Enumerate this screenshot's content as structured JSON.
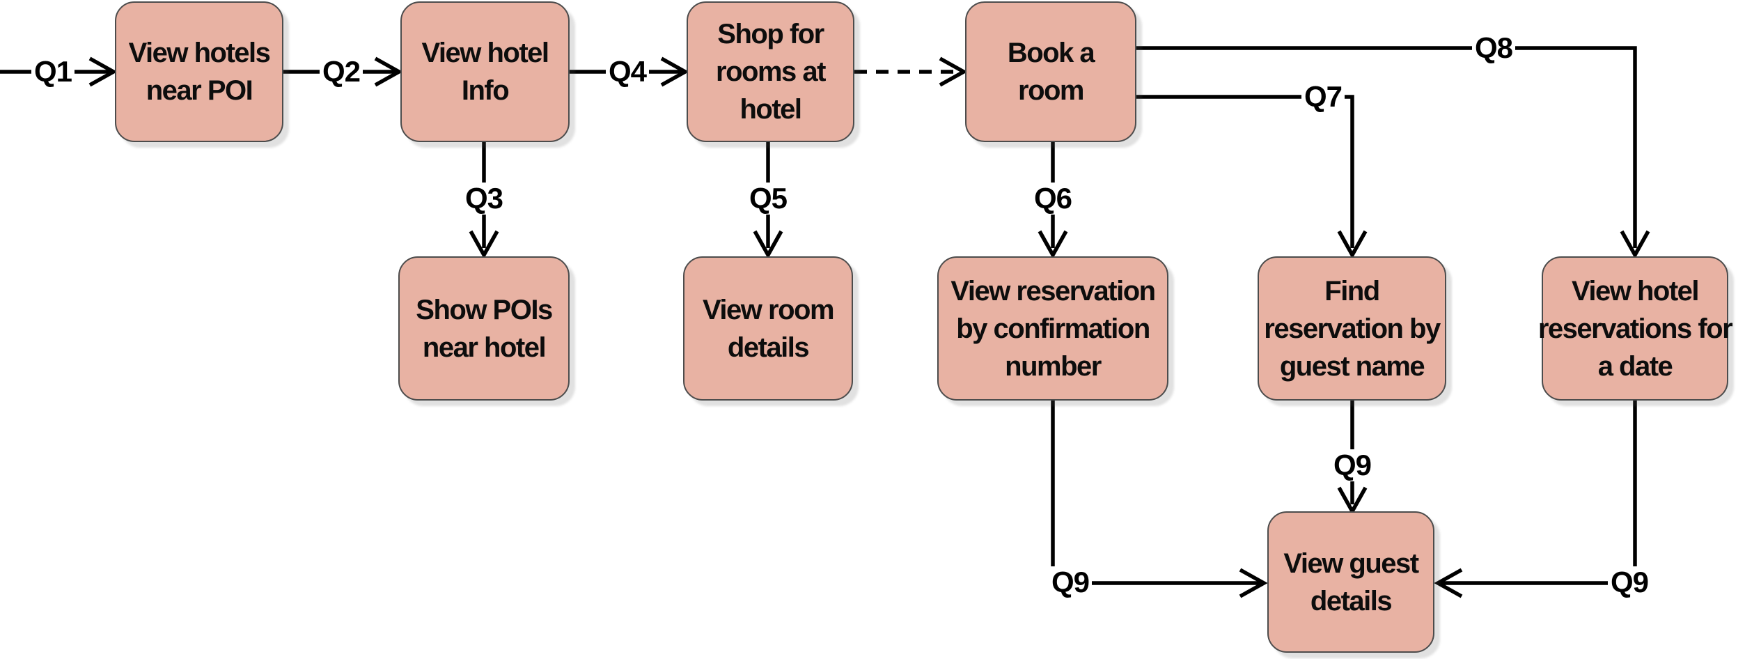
{
  "diagram": {
    "description": "Hotel queries flowchart",
    "colors": {
      "node_fill": "#e8b2a3",
      "node_border": "#4c4c4c",
      "edge": "#000000",
      "background": "#ffffff",
      "text": "#0d0d0d"
    },
    "nodes": [
      {
        "id": "view-hotels-near-poi",
        "lines": [
          "View hotels",
          "near POI"
        ]
      },
      {
        "id": "view-hotel-info",
        "lines": [
          "View hotel",
          "Info"
        ]
      },
      {
        "id": "shop-for-rooms-at-hotel",
        "lines": [
          "Shop for",
          "rooms at",
          "hotel"
        ]
      },
      {
        "id": "book-a-room",
        "lines": [
          "Book a",
          "room"
        ]
      },
      {
        "id": "show-pois-near-hotel",
        "lines": [
          "Show POIs",
          "near hotel"
        ]
      },
      {
        "id": "view-room-details",
        "lines": [
          "View room",
          "details"
        ]
      },
      {
        "id": "view-reservation-by-confirmation-number",
        "lines": [
          "View reservation",
          "by confirmation",
          "number"
        ]
      },
      {
        "id": "find-reservation-by-guest-name",
        "lines": [
          "Find",
          "reservation by",
          "guest name"
        ]
      },
      {
        "id": "view-hotel-reservations-for-a-date",
        "lines": [
          "View hotel",
          "reservations for",
          "a date"
        ]
      },
      {
        "id": "view-guest-details",
        "lines": [
          "View guest",
          "details"
        ]
      }
    ],
    "edges": [
      {
        "label": "Q1",
        "from": "start",
        "to": "view-hotels-near-poi",
        "style": "solid"
      },
      {
        "label": "Q2",
        "from": "view-hotels-near-poi",
        "to": "view-hotel-info",
        "style": "solid"
      },
      {
        "label": "Q3",
        "from": "view-hotel-info",
        "to": "show-pois-near-hotel",
        "style": "solid"
      },
      {
        "label": "Q4",
        "from": "view-hotel-info",
        "to": "shop-for-rooms-at-hotel",
        "style": "solid"
      },
      {
        "label": "",
        "from": "shop-for-rooms-at-hotel",
        "to": "book-a-room",
        "style": "dashed"
      },
      {
        "label": "Q5",
        "from": "shop-for-rooms-at-hotel",
        "to": "view-room-details",
        "style": "solid"
      },
      {
        "label": "Q6",
        "from": "book-a-room",
        "to": "view-reservation-by-confirmation-number",
        "style": "solid"
      },
      {
        "label": "Q7",
        "from": "book-a-room",
        "to": "find-reservation-by-guest-name",
        "style": "solid"
      },
      {
        "label": "Q8",
        "from": "book-a-room",
        "to": "view-hotel-reservations-for-a-date",
        "style": "solid"
      },
      {
        "label": "Q9",
        "from": "view-reservation-by-confirmation-number",
        "to": "view-guest-details",
        "style": "solid"
      },
      {
        "label": "Q9",
        "from": "find-reservation-by-guest-name",
        "to": "view-guest-details",
        "style": "solid"
      },
      {
        "label": "Q9",
        "from": "view-hotel-reservations-for-a-date",
        "to": "view-guest-details",
        "style": "solid"
      }
    ]
  }
}
